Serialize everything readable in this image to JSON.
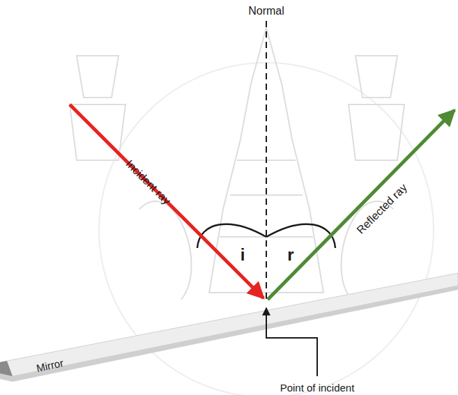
{
  "diagram": {
    "labels": [
      "Normal",
      "Incident ray",
      "i",
      "r",
      "Reflected ray",
      "Mirror",
      "Point of incident"
    ]
  }
}
